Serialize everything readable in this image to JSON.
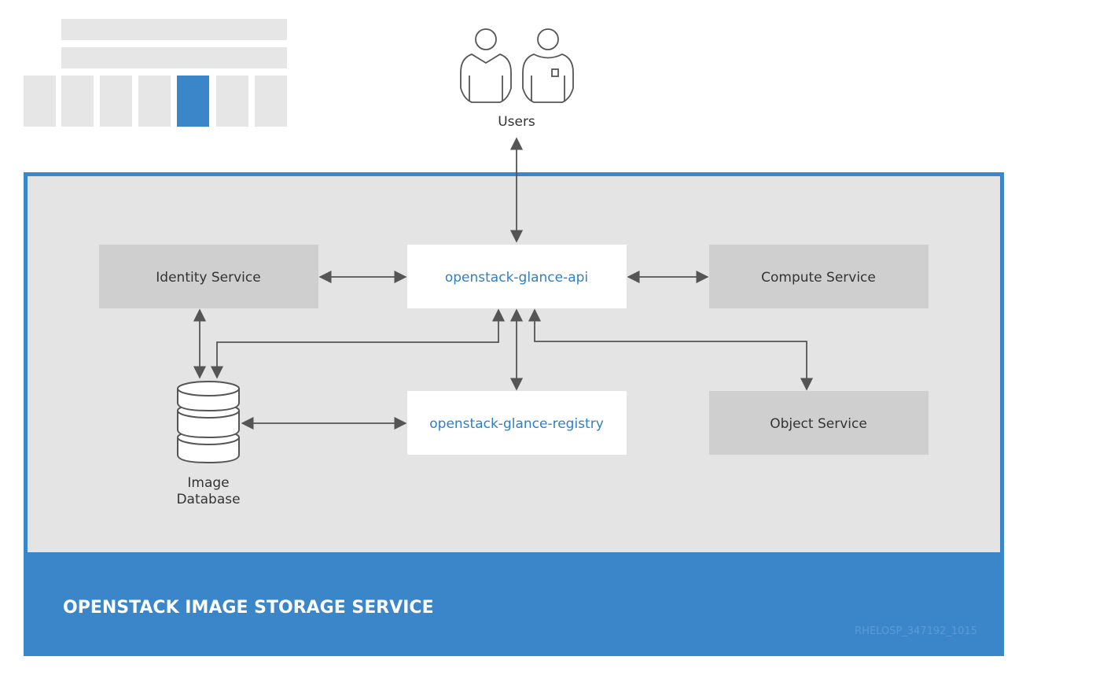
{
  "users": {
    "label": "Users"
  },
  "services": {
    "identity": "Identity Service",
    "glance_api": "openstack-glance-api",
    "compute": "Compute Service",
    "glance_registry": "openstack-glance-registry",
    "object": "Object Service"
  },
  "database": {
    "line1": "Image",
    "line2": "Database"
  },
  "banner": {
    "title": "OPENSTACK IMAGE STORAGE SERVICE",
    "code": "RHELOSP_347192_1015"
  },
  "colors": {
    "accent": "#3b86c8",
    "panel": "#e4e4e4",
    "service_box": "#cfcfcf",
    "glance_box": "#ffffff",
    "arrow": "#555555",
    "glance_text": "#2f7fc4"
  }
}
